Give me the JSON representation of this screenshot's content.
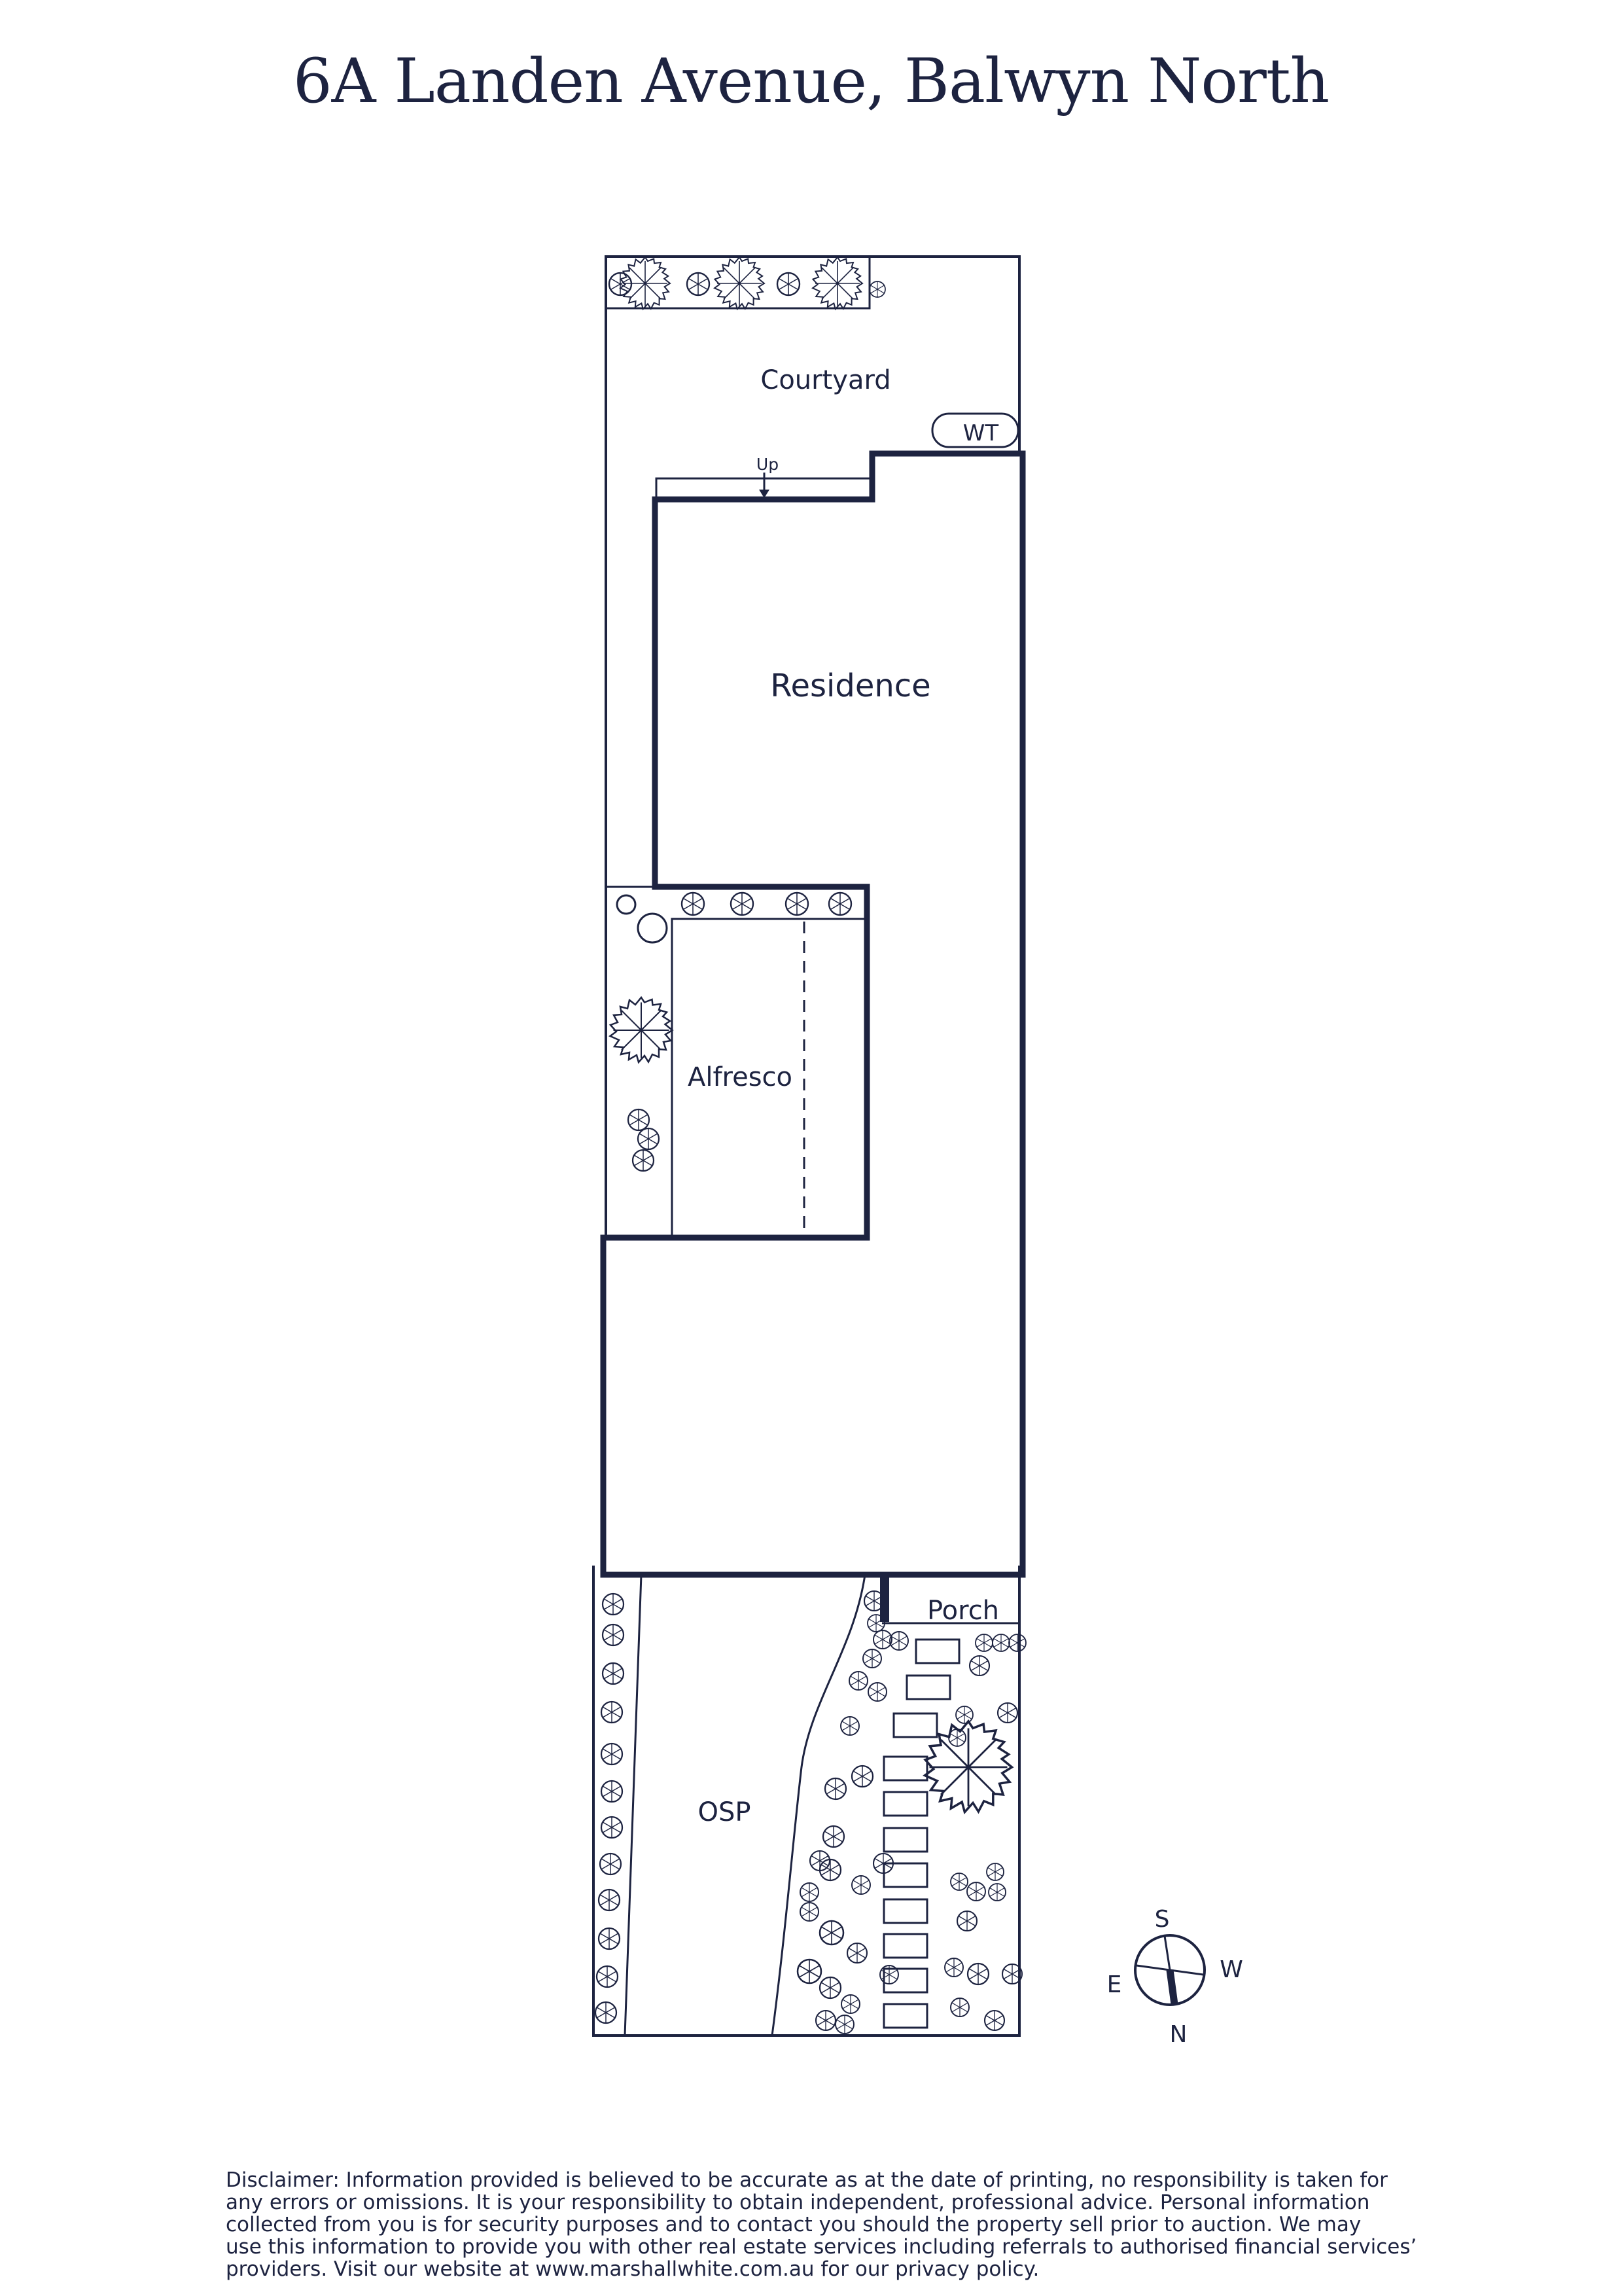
{
  "title": "6A Landen Avenue, Balwyn North",
  "areas": {
    "courtyard": "Courtyard",
    "water_tank": "WT",
    "steps": "Up",
    "residence": "Residence",
    "alfresco": "Alfresco",
    "porch": "Porch",
    "osp": "OSP"
  },
  "compass": {
    "south": "S",
    "west": "W",
    "east": "E",
    "north": "N"
  },
  "disclaimer": [
    "Disclaimer: Information provided is believed to be accurate as at the date of printing, no responsibility is taken for",
    "any errors or omissions. It is your responsibility to obtain independent, professional advice. Personal information",
    "collected from you is for security purposes and to contact you should the property sell prior to auction. We may",
    "use this information to provide you with other real estate services including referrals to authorised financial services’",
    "providers. Visit our website at www.marshallwhite.com.au for our privacy policy."
  ],
  "colors": {
    "ink": "#1d2340",
    "background": "#ffffff"
  }
}
